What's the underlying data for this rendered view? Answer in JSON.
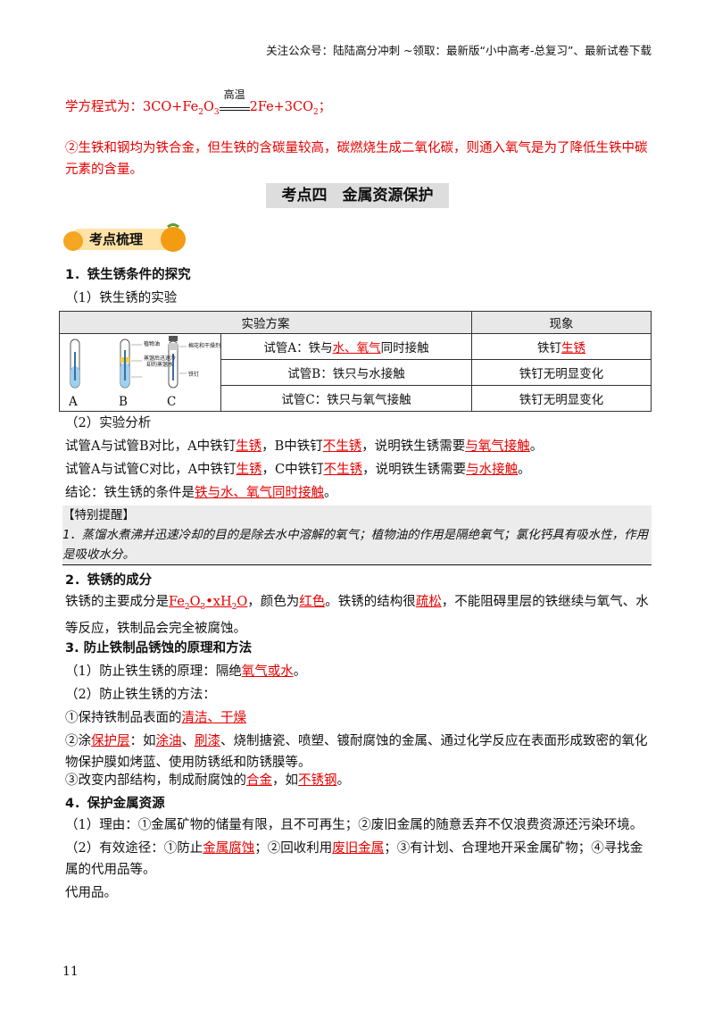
{
  "header": {
    "text": "关注公众号：陆陆高分冲刺 ~领取：最新版“小中高考-总复习”、最新试卷下载"
  },
  "equation": {
    "prefix": "学方程式为：3CO+Fe",
    "sub1": "2",
    "mid": "O",
    "sub2": "3",
    "condition": "高温",
    "suffix": "2Fe+3CO",
    "sub3": "2",
    "end": "；"
  },
  "note2": "②生铁和钢均为铁合金，但生铁的含碳量较高，碳燃烧生成二氧化碳，则通入氧气是为了降低生铁中碳元素的含量。",
  "section_title": "考点四　金属资源保护",
  "badge_label": "考点梳理",
  "h1": "1．铁生锈条件的探究",
  "sub1": "（1）铁生锈的实验",
  "table": {
    "head": [
      "实验方案",
      "现象"
    ],
    "diagram_labels": {
      "A": "A",
      "B": "B",
      "C": "C",
      "oil": "植物油",
      "water": "蒸馏后迅速冷却的蒸馏水",
      "dry": "棉花和干燥剂",
      "nail": "铁钉"
    },
    "rows": [
      {
        "scheme_pre": "试管A：铁与",
        "scheme_red": "水、氧气",
        "scheme_post": "同时接触",
        "result_pre": "铁钉",
        "result_red": "生锈"
      },
      {
        "scheme_pre": "试管B：铁只与水接触",
        "scheme_red": "",
        "scheme_post": "",
        "result_pre": "铁钉无明显变化",
        "result_red": ""
      },
      {
        "scheme_pre": "试管C：铁只与氧气接触",
        "scheme_red": "",
        "scheme_post": "",
        "result_pre": "铁钉无明显变化",
        "result_red": ""
      }
    ]
  },
  "sub2": "（2）实验分析",
  "ana1": {
    "a": "试管A与试管B对比，A中铁钉",
    "b": "生锈",
    "c": "，B中铁钉",
    "d": "不生锈",
    "e": "，说明铁生锈需要",
    "f": "与氧气接触",
    "g": "。"
  },
  "ana2": {
    "a": "试管A与试管C对比，A中铁钉",
    "b": "生锈",
    "c": "，C中铁钉",
    "d": "不生锈",
    "e": "，说明铁生锈需要",
    "f": "与水接触",
    "g": "。"
  },
  "concl": {
    "a": "结论：铁生锈的条件是",
    "b": "铁与水、氧气同时接触",
    "c": "。"
  },
  "remind": {
    "title": "【特别提醒】",
    "body": "1．蒸馏水煮沸并迅速冷却的目的是除去水中溶解的氧气；植物油的作用是隔绝氧气；氯化钙具有吸水性，作用是吸收水分。"
  },
  "h2": "2．铁锈的成分",
  "rust": {
    "a": "铁锈的主要成分是",
    "b1": "Fe",
    "s1": "2",
    "b2": "O",
    "s2": "3",
    "b3": "•xH",
    "s3": "2",
    "b4": "O",
    "c": "，颜色为",
    "d": "红色",
    "e": "。铁锈的结构很",
    "f": "疏松",
    "g": "，不能阻碍里层的铁继续与氧气、水等反应，铁制品会完全被腐蚀。"
  },
  "h3": "3. 防止铁制品锈蚀的原理和方法",
  "p1": {
    "a": "（1）防止铁生锈的原理：隔绝",
    "b": "氧气或水",
    "c": "。"
  },
  "p2": "（2）防止铁生锈的方法：",
  "m1": {
    "a": "①保持铁制品表面的",
    "b": "清洁、干燥"
  },
  "m2": {
    "a": "②涂",
    "b": "保护层",
    "c": "：如",
    "d": "涂油",
    "e": "、",
    "f": "刷漆",
    "g": "、烧制搪瓷、喷塑、镀耐腐蚀的金属、通过化学反应在表面形成致密的氧化物保护膜如烤蓝、使用防锈纸和防锈膜等。"
  },
  "m3": {
    "a": "③改变内部结构，制成耐腐蚀的",
    "b": "合金",
    "c": "，如",
    "d": "不锈钢",
    "e": "。"
  },
  "h4": "4．保护金属资源",
  "r1": "（1）理由：①金属矿物的储量有限，且不可再生；②废旧金属的随意丢弃不仅浪费资源还污染环境。",
  "r2": {
    "a": "（2）有效途径：①防止",
    "b": "金属腐蚀",
    "c": "；②回收利用",
    "d": "废旧金属",
    "e": "；③有计划、合理地开采金属矿物；④寻找金属的代用品等。"
  },
  "r3": "代用品。",
  "page_number": "11"
}
